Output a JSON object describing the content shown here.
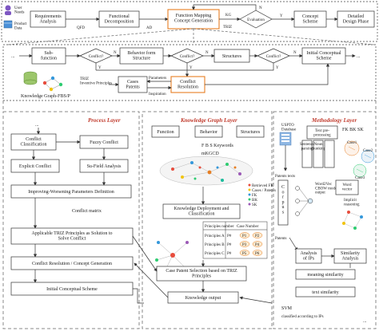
{
  "top_flow": {
    "user_needs": "User\nNeeds",
    "product_data": "Product\nData",
    "requirements_analysis": "Requirements\nAnalysis",
    "qfd": "QFD",
    "functional_decomposition": "Functional\nDecomposition",
    "ad": "AD",
    "function_mapping": "Function Mapping\nConcept Generation",
    "kg": "KG",
    "triz": "TRIZ",
    "evaluation": "Evaluation",
    "n": "N",
    "y": "Y",
    "concept_scheme": "Concept\nScheme",
    "detailed_design": "Detailed\nDesign Phase"
  },
  "conflict_row": {
    "dots": "...",
    "sub_function": "Sub-\nfunction",
    "conflict_q": "Conflict?",
    "behavior_form": "Behavior form\nStructure",
    "structures": "Structures",
    "initial_scheme": "Initial Conceptual\nScheme",
    "n": "N",
    "y": "Y",
    "parameters": "Parameters",
    "inspiration": "Inspiration",
    "cases_patents": "Cases\nPatents",
    "conflict_resolution": "Conflict\nResolution",
    "triz_principles": "TRIZ\nInventive Principles",
    "kg_fbs": "Knowledge Graph-FBS/P"
  },
  "process_layer": {
    "title": "Process Layer",
    "dots": "...",
    "conflict_classification": "Conflict\nClassification",
    "fuzzy_conflict": "Fuzzy Conflict",
    "explicit_conflict": "Explicit Conflict",
    "su_field": "Su-Field Analysis",
    "improving": "Improving-Worsening Parameters Definition",
    "conflict_matrix": "Conflict matrix",
    "applicable_triz": "Applicable TRIZ Principles as Solution to\nSolve Conflict",
    "conflict_resolution": "Conflict Resolution / Concept Generation",
    "initial_scheme": "Initial Conceptual Scheme"
  },
  "kg_layer": {
    "title": "Knowledge Graph Layer",
    "function": "Function",
    "behavior": "Behavior",
    "structures": "Structures",
    "fbs_keywords": "F B S Keywords",
    "mkgcd": "mKGCD",
    "legend": [
      "Retrieved FK",
      "Cases / Patents",
      "FK",
      "BK",
      "SK"
    ],
    "deployment": "Knowledge Deployment and\nClassification",
    "principles_header": [
      "Principles number",
      "Case Number"
    ],
    "principles_rows": [
      {
        "name": "Principles A",
        "cells": [
          "P#",
          "P1",
          "P2"
        ]
      },
      {
        "name": "Principles B",
        "cells": [
          "P#",
          "P3",
          "P4"
        ]
      },
      {
        "name": "Principles C",
        "cells": [
          "P#",
          "P5",
          "P6"
        ]
      }
    ],
    "case_patent": "Case Patent Selection based on TRIZ\nPrinciples",
    "knowledge_output": "Knowledge output"
  },
  "method_layer": {
    "title": "Methodology Layer",
    "uspto": "USPTO\nDatabase",
    "text_preprocessing": "Text pre-\nprocessing",
    "fk_bk_sk": "FK BK SK",
    "sentence": "Sentence\nparsing",
    "noun": "Noun\nchunking",
    "case1": "Case1",
    "case2": "Case2",
    "case3": "Case3",
    "patents_texts": "Patents texts",
    "corpus": "C\no\nr\np\nu\ns",
    "word2vec": "Word2Vec\nCBOW model\noutput",
    "word_vector": "Word\nvector",
    "implicit": "Implicit\nreasoning",
    "patents": "Patents",
    "analysis_ips": "Analysis\nof IPs",
    "similarity": "Similarity\nAnalysis",
    "meaning": "meaning similarity",
    "text_sim": "text similarity",
    "svm": "SVM",
    "classified": "classified according to IPs",
    "dots": "..."
  }
}
